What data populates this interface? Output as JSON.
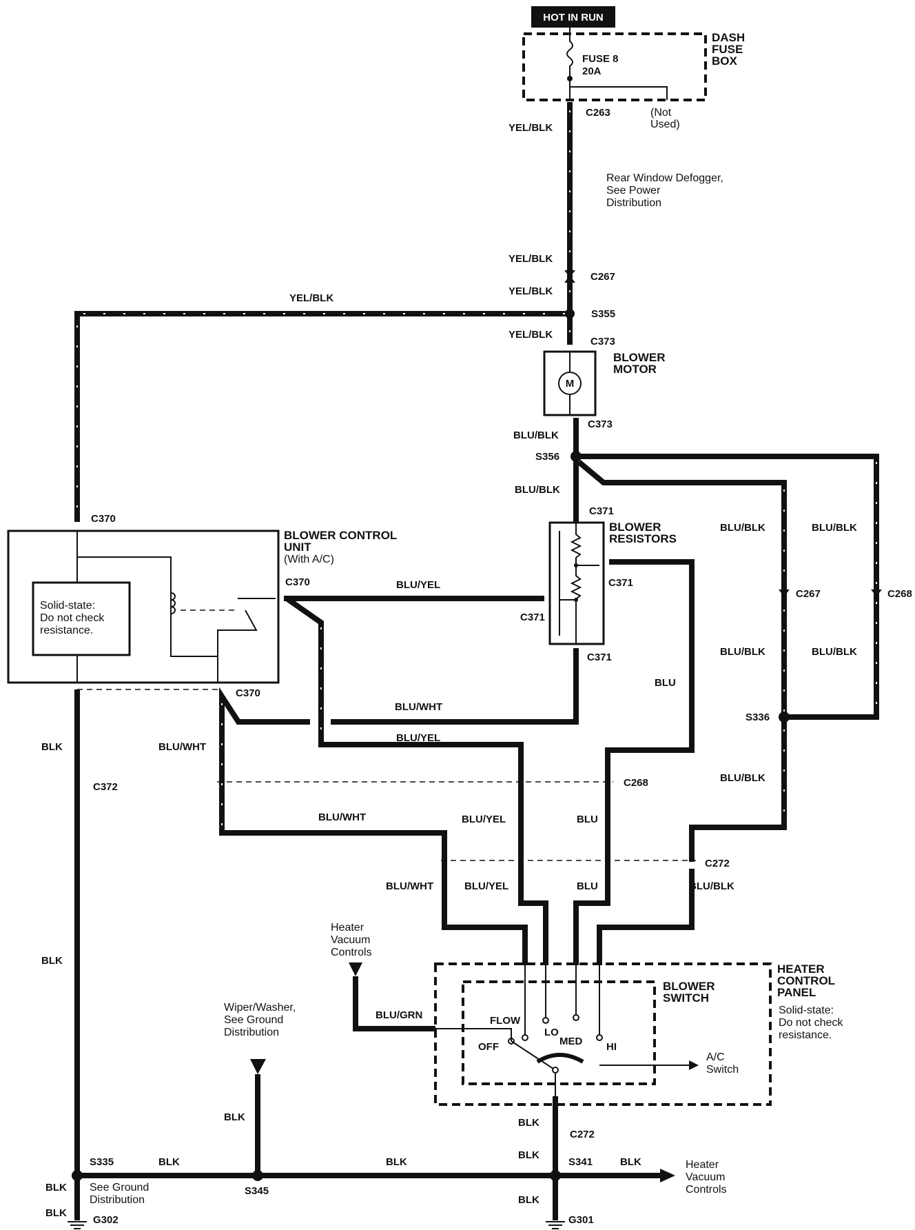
{
  "header": {
    "hot_label": "HOT IN RUN"
  },
  "fuse_box": {
    "label_1": "DASH",
    "label_2": "FUSE",
    "label_3": "BOX",
    "fuse_name": "FUSE 8",
    "fuse_rating": "20A",
    "not_used_1": "(Not",
    "not_used_2": "Used)"
  },
  "connectors": {
    "c263": "C263",
    "c267": "C267",
    "c267b": "C267",
    "c268": "C268",
    "c268b": "C268",
    "c270_top": "C370",
    "c370_right": "C370",
    "c370_bottom": "C370",
    "c371_top": "C371",
    "c371_left": "C371",
    "c371_right": "C371",
    "c371_bottom": "C371",
    "c372": "C372",
    "c373_top": "C373",
    "c373_bottom": "C373",
    "c272": "C272",
    "c272b": "C272"
  },
  "splices": {
    "s355": "S355",
    "s356": "S356",
    "s336": "S336",
    "s335": "S335",
    "s345": "S345",
    "s341": "S341"
  },
  "grounds": {
    "g302": "G302",
    "g301": "G301"
  },
  "wires": {
    "yel_blk": "YEL/BLK",
    "blu_blk": "BLU/BLK",
    "blu_yel": "BLU/YEL",
    "blu_wht": "BLU/WHT",
    "blu": "BLU",
    "blk": "BLK",
    "blu_grn": "BLU/GRN"
  },
  "notes": {
    "defogger_1": "Rear Window Defogger,",
    "defogger_2": "See Power",
    "defogger_3": "Distribution",
    "wiper_1": "Wiper/Washer,",
    "wiper_2": "See Ground",
    "wiper_3": "Distribution",
    "heater_vac_1": "Heater",
    "heater_vac_2": "Vacuum",
    "heater_vac_3": "Controls",
    "ground_dist_1": "See Ground",
    "ground_dist_2": "Distribution",
    "ac_switch_1": "A/C",
    "ac_switch_2": "Switch"
  },
  "components": {
    "blower_motor_1": "BLOWER",
    "blower_motor_2": "MOTOR",
    "motor_symbol": "M",
    "resistors_1": "BLOWER",
    "resistors_2": "RESISTORS",
    "bcu_1": "BLOWER CONTROL",
    "bcu_2": "UNIT",
    "bcu_3": "(With A/C)",
    "solid_1": "Solid-state:",
    "solid_2": "Do not check",
    "solid_3": "resistance.",
    "hcp_1": "HEATER",
    "hcp_2": "CONTROL",
    "hcp_3": "PANEL",
    "hcp_solid_1": "Solid-state:",
    "hcp_solid_2": "Do not check",
    "hcp_solid_3": "resistance.",
    "switch_1": "BLOWER",
    "switch_2": "SWITCH",
    "pos_flow": "FLOW",
    "pos_lo": "LO",
    "pos_med": "MED",
    "pos_hi": "HI",
    "pos_off": "OFF"
  }
}
